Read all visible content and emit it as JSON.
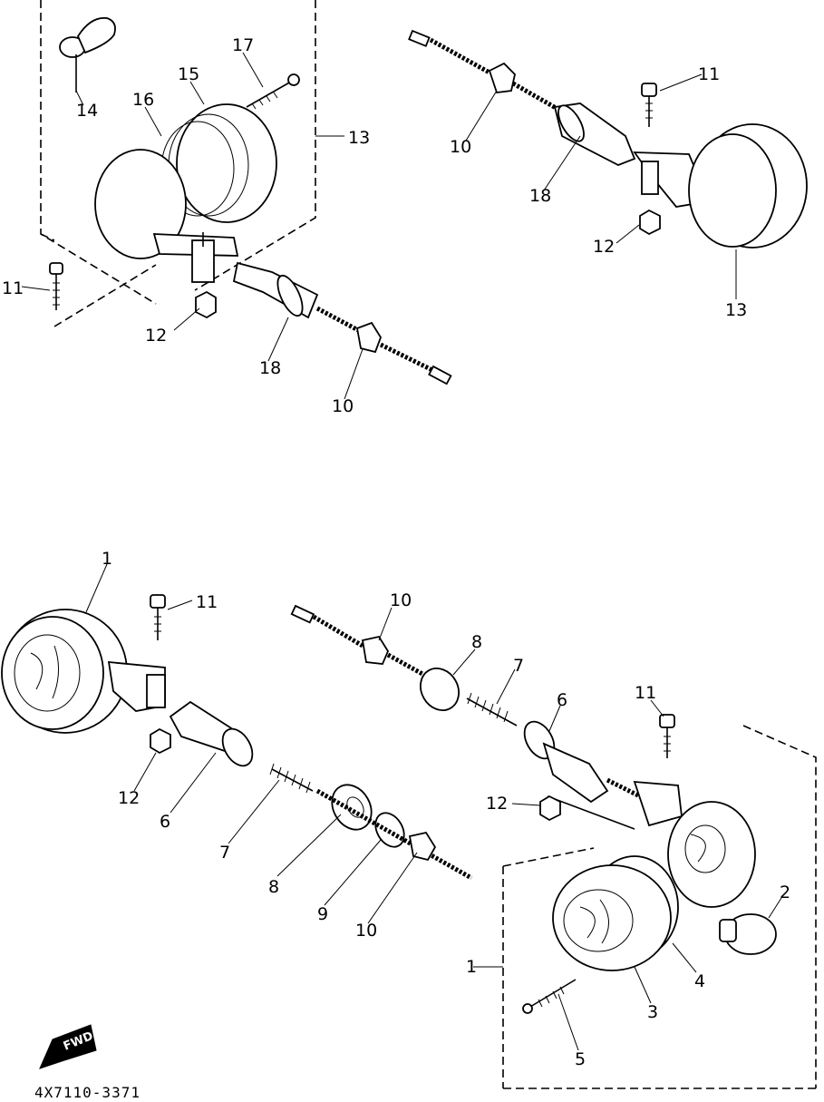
{
  "diagram": {
    "part_code": "4X7110-3371",
    "fwd_badge": "FWD",
    "callouts": {
      "c1a": "1",
      "c1b": "1",
      "c2": "2",
      "c3": "3",
      "c4": "4",
      "c5": "5",
      "c6a": "6",
      "c6b": "6",
      "c7a": "7",
      "c7b": "7",
      "c8a": "8",
      "c8b": "8",
      "c9": "9",
      "c10a": "10",
      "c10b": "10",
      "c10c": "10",
      "c10d": "10",
      "c11a": "11",
      "c11b": "11",
      "c11c": "11",
      "c11d": "11",
      "c12a": "12",
      "c12b": "12",
      "c12c": "12",
      "c12d": "12",
      "c13a": "13",
      "c13b": "13",
      "c14": "14",
      "c15": "15",
      "c16": "16",
      "c17": "17",
      "c18a": "18",
      "c18b": "18"
    }
  }
}
